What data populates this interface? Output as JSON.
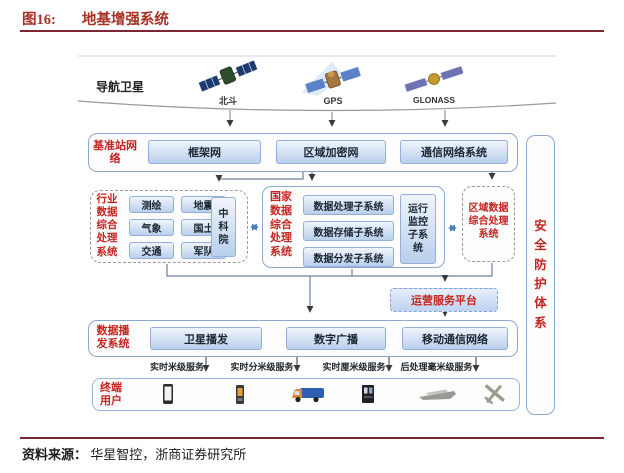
{
  "figure": {
    "tag": "图16:",
    "title": "地基增强系统"
  },
  "source_line": {
    "prefix": "资料来源：",
    "text": "华星智控，浙商证券研究所"
  },
  "nav": {
    "label": "导航卫星",
    "satellites": [
      {
        "name": "北斗",
        "icon": "beidou-satellite-icon"
      },
      {
        "name": "GPS",
        "icon": "gps-satellite-icon"
      },
      {
        "name": "GLONASS",
        "icon": "glonass-satellite-icon"
      }
    ]
  },
  "base_station": {
    "label": "基准站网络",
    "boxes": [
      "框架网",
      "区域加密网",
      "通信网络系统"
    ]
  },
  "industry": {
    "label": "行业数据综合处理系统",
    "boxes": [
      "测绘",
      "地震",
      "气象",
      "国土",
      "交通",
      "军队"
    ],
    "side_box": "中科院"
  },
  "national": {
    "label": "国家数据综合处理系统",
    "boxes": [
      "数据处理子系统",
      "数据存储子系统",
      "数据分发子系统"
    ],
    "side_box": "运行监控子系统"
  },
  "regional": {
    "label": "区域数据综合处理系统"
  },
  "security": {
    "label": "安全防护体系"
  },
  "platform": {
    "label": "运营服务平台"
  },
  "broadcast": {
    "label": "数据播发系统",
    "boxes": [
      "卫星播发",
      "数字广播",
      "移动通信网络"
    ]
  },
  "services": {
    "items": [
      "实时米级服务",
      "实时分米级服务",
      "实时厘米级服务",
      "后处理毫米级服务"
    ]
  },
  "terminal": {
    "label": "终端用户",
    "devices": [
      "smartphone-icon",
      "handheld-gps-icon",
      "truck-icon",
      "receiver-icon",
      "ship-icon",
      "airplane-icon"
    ]
  },
  "colors": {
    "title_red": "#a93226",
    "rule_maroon": "#7d2633",
    "diagram_red": "#c5241f",
    "box_border": "#94b0d8",
    "box_fill_top": "#f0f5fc",
    "box_fill_bottom": "#b9cfec",
    "container_border": "#8ea9cf",
    "connector_blue": "#4f81bd"
  }
}
